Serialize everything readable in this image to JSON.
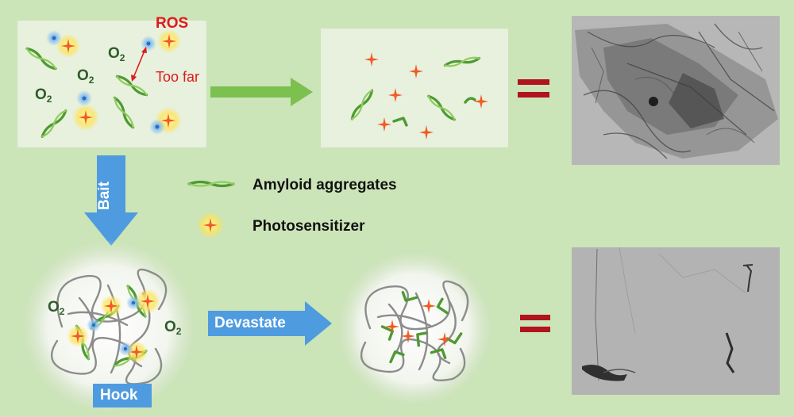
{
  "labels": {
    "ros": "ROS",
    "too_far": "Too far",
    "o2_main": "O",
    "o2_sub": "2",
    "bait": "Bait",
    "devastate": "Devastate",
    "hook": "Hook"
  },
  "legend": {
    "amyloid": "Amyloid aggregates",
    "photosensitizer": "Photosensitizer"
  },
  "colors": {
    "background": "#cbe4b8",
    "ros_red": "#e0191b",
    "fibril_green": "#5aa63a",
    "star_orange": "#f15a24",
    "arrow_green": "#7cc04f",
    "arrow_blue": "#4f9be0",
    "equals_red": "#b0141c"
  }
}
